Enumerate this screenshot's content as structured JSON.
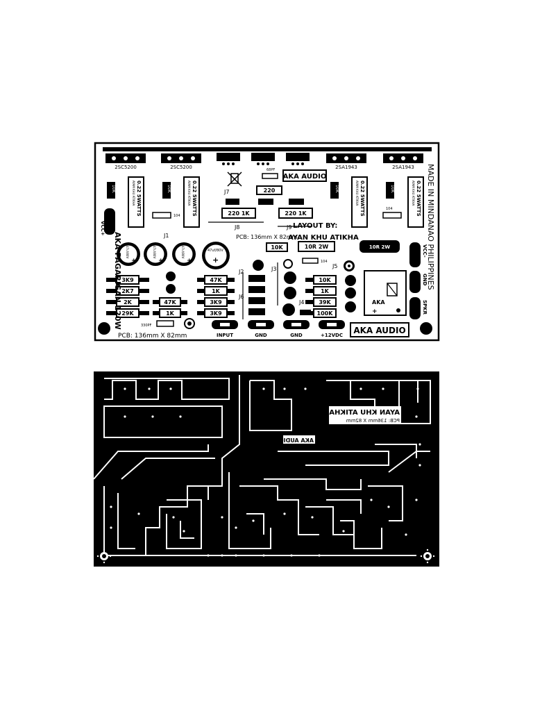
{
  "silkscreen": {
    "transistors": [
      "2SC5200",
      "2SC5200",
      "2SA1943",
      "2SA1943"
    ],
    "brand_top": "AKA AUDIO",
    "brand_bottom": "AKA AUDIO",
    "layout_by": "LAYOUT BY:",
    "author": "AYAN KHU ATIKHA",
    "pcb_size": "PCB: 136mm X 82mm",
    "pcb_size_bottom": "PCB: 136mm X 82mm",
    "side_title": "AKA PAGARIGAN 120W",
    "side_made_in": "MADE IN MINDANAO PHILIPPINES",
    "vcc_pos": "VCC+",
    "vcc_neg": "VCC-",
    "gnd": "GND",
    "spkr": "SPKR",
    "connectors": [
      "INPUT",
      "GND",
      "GND",
      "+12VDC"
    ],
    "relay_label": "AKA",
    "power_resistor_text": "0.22 5WATTS",
    "power_resistor_sub": "AYAM KHU ATIKHA",
    "cap_labels": [
      "47uf/80V",
      "47uf/80V",
      "47uf/80V",
      "47uf/80V"
    ],
    "jumpers": [
      "J1",
      "J2",
      "J3",
      "J4",
      "J5",
      "J6",
      "J7",
      "J8",
      "J9"
    ],
    "resistors_left": [
      "3K9",
      "2K7",
      "2K",
      "29K"
    ],
    "resistors_mid": [
      "47K",
      "1K",
      "3K9",
      "3K9"
    ],
    "resistor_47k": "47K",
    "resistor_1k": "1K",
    "resistors_right": [
      "10K",
      "1K",
      "39K",
      "100K"
    ],
    "emitter_resistors": [
      "10K",
      "10K",
      "10K",
      "10K"
    ],
    "r220": "220",
    "r220_1k_a": "220 1K",
    "r220_1k_b": "220 1K",
    "r10k_center": "10K",
    "r10r_a": "10R 2W",
    "r10r_b": "10R 2W",
    "cap_330pf": "330PF",
    "cap_68pf": "68PF",
    "cap_104_a": "104",
    "cap_104_b": "104",
    "cap_104_c": "104"
  },
  "copper": {
    "author": "AYAN KHU ATIKHA",
    "pcb_size": "PCB: 136mm X 82mm",
    "brand": "AKA AUDIO"
  }
}
